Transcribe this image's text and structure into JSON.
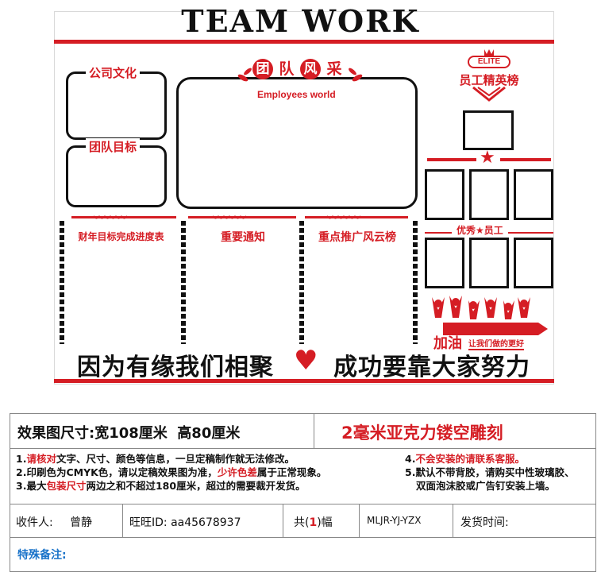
{
  "board": {
    "title": "TEAM WORK",
    "company_culture": "公司文化",
    "team_goal": "团队目标",
    "team_style_chars": [
      "团",
      "队",
      "风",
      "采"
    ],
    "team_style_sub": "Employees world",
    "elite_badge": "ELITE",
    "elite_title": "员工精英榜",
    "section_progress": "财年目标完成进度表",
    "section_notice": "重要通知",
    "section_promote": "重点推广风云榜",
    "outstanding_label": "优秀★员工",
    "cheer_big": "加油",
    "cheer_small": "让我们做的更好",
    "slogan_left": "因为有缘我们相聚",
    "slogan_right": "成功要靠大家努力",
    "colors": {
      "accent": "#d51d24",
      "ink": "#111111"
    }
  },
  "info": {
    "size_label": "效果图尺寸:宽108厘米  高80厘米",
    "material": "2毫米亚克力镂空雕刻",
    "notes_left": [
      {
        "num": "1.",
        "parts": [
          {
            "t": "请核对",
            "red": true
          },
          {
            "t": "文字、尺寸、颜色等信息，一旦定稿制作就无法修改。",
            "red": false
          }
        ]
      },
      {
        "num": "2.",
        "parts": [
          {
            "t": "印刷色为CMYK色，请以定稿效果图为准，",
            "red": false
          },
          {
            "t": "少许色差",
            "red": true
          },
          {
            "t": "属于正常现象。",
            "red": false
          }
        ]
      },
      {
        "num": "3.",
        "parts": [
          {
            "t": "最大",
            "red": false
          },
          {
            "t": "包装尺寸",
            "red": true
          },
          {
            "t": "两边之和不超过180厘米，超过的需要裁开发货。",
            "red": false
          }
        ]
      }
    ],
    "notes_right": [
      {
        "num": "4.",
        "parts": [
          {
            "t": "不会安装的请联系客服。",
            "red": true
          }
        ]
      },
      {
        "num": "5.",
        "parts": [
          {
            "t": "默认不带背胶，请购买中性玻璃胶、",
            "red": false
          }
        ]
      },
      {
        "num": "",
        "parts": [
          {
            "t": "双面泡沫胶或广告钉安装上墙。",
            "red": false
          }
        ]
      }
    ],
    "receiver_label": "收件人:",
    "receiver": "曾静",
    "wangwang": "旺旺ID: aa45678937",
    "count_prefix": "共(",
    "count": "1",
    "count_suffix": ")幅",
    "code": "MLJR-YJ-YZX",
    "ship_time_label": "发货时间:",
    "special_label": "特殊备注:"
  }
}
